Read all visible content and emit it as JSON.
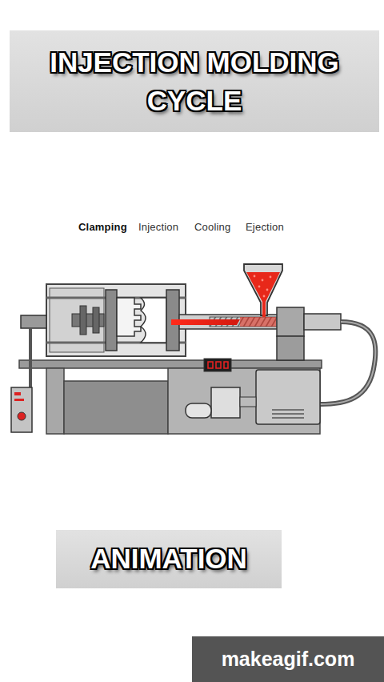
{
  "diagram": {
    "title": "INJECTION MOLDING CYCLE",
    "nodes": [
      {
        "text": [
          "ANIMATION"
        ]
      }
    ],
    "labels": [
      "Clamping",
      "Injection",
      "Cooling",
      "Ejection",
      "makeagif.com"
    ]
  }
}
